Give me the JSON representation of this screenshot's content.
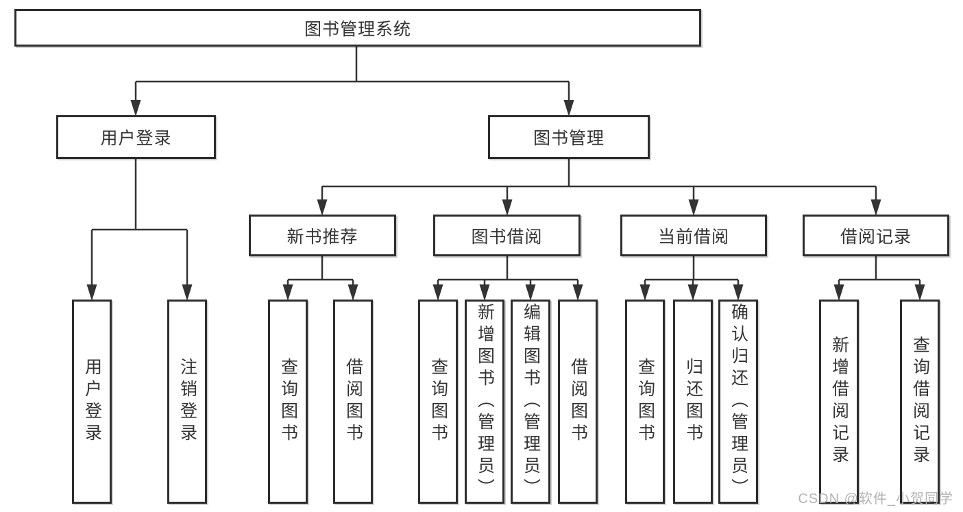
{
  "tree": {
    "label": "图书管理系统",
    "children": [
      {
        "label": "用户登录",
        "children": [
          {
            "label": "用户登录"
          },
          {
            "label": "注销登录"
          }
        ]
      },
      {
        "label": "图书管理",
        "children": [
          {
            "label": "新书推荐",
            "children": [
              {
                "label": "查询图书"
              },
              {
                "label": "借阅图书"
              }
            ]
          },
          {
            "label": "图书借阅",
            "children": [
              {
                "label": "查询图书"
              },
              {
                "label": "新增图书（管理员）"
              },
              {
                "label": "编辑图书（管理员）"
              },
              {
                "label": "借阅图书"
              }
            ]
          },
          {
            "label": "当前借阅",
            "children": [
              {
                "label": "查询图书"
              },
              {
                "label": "归还图书"
              },
              {
                "label": "确认归还（管理员）"
              }
            ]
          },
          {
            "label": "借阅记录",
            "children": [
              {
                "label": "新增借阅记录"
              },
              {
                "label": "查询借阅记录"
              }
            ]
          }
        ]
      }
    ]
  },
  "colors": {
    "line": "#333333",
    "border": "#2d2d2d",
    "watermark": "#b3b3b3"
  },
  "watermark": "CSDN @软件_小贺同学"
}
